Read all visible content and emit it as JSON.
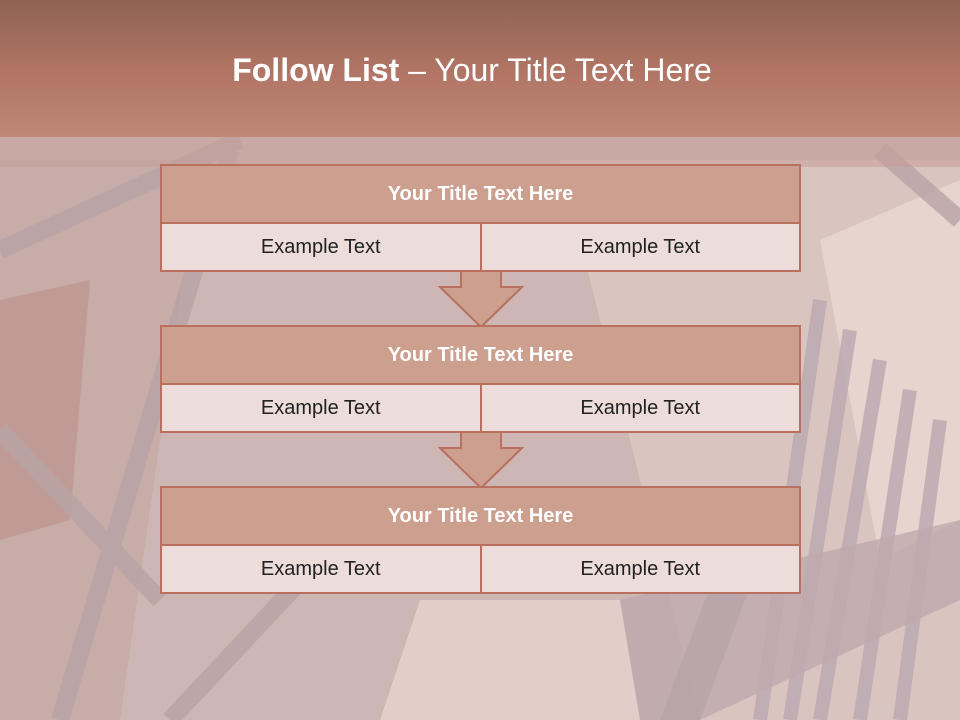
{
  "slide": {
    "title_bold": "Follow List",
    "title_rest": " – Your Title Text Here"
  },
  "steps": [
    {
      "title": "Your Title Text Here",
      "left": "Example Text",
      "right": "Example Text"
    },
    {
      "title": "Your Title Text Here",
      "left": "Example Text",
      "right": "Example Text"
    },
    {
      "title": "Your Title Text Here",
      "left": "Example Text",
      "right": "Example Text"
    }
  ],
  "colors": {
    "accent": "#b9705e",
    "header_fill": "#cc9f8e",
    "cell_fill": "#ecdcda"
  },
  "icons": [
    "down-arrow-icon",
    "down-arrow-icon"
  ]
}
